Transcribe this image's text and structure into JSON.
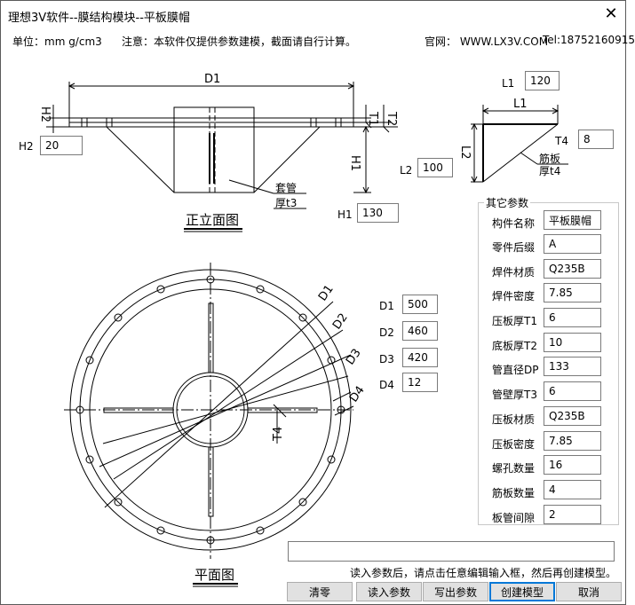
{
  "window": {
    "title": "理想3V软件--膜结构模块--平板膜帽",
    "close_glyph": "✕"
  },
  "header": {
    "units": "单位：mm g/cm3",
    "note": "注意：本软件仅提供参数建模，截面请自行计算。",
    "website": "官网： WWW.LX3V.COM",
    "tel": "Tel:18752160915"
  },
  "drawing": {
    "front_title": "正立面图",
    "plan_title": "平面图",
    "label_D1": "D1",
    "label_T1": "T1",
    "label_T2": "T2",
    "label_H2": "H2",
    "label_H1": "H1",
    "label_sleeve": "套管",
    "label_sleeve_t": "厚t3",
    "label_L1": "L1",
    "label_L2": "L2",
    "label_rib": "筋板",
    "label_rib_t": "厚t4",
    "label_pD1": "D1",
    "label_pD2": "D2",
    "label_pD3": "D3",
    "label_pD4": "D4",
    "label_pT4": "T4"
  },
  "inputs": {
    "L1": {
      "label": "L1",
      "value": "120"
    },
    "T4": {
      "label": "T4",
      "value": "8"
    },
    "H2": {
      "label": "H2",
      "value": "20"
    },
    "L2": {
      "label": "L2",
      "value": "100"
    },
    "H1": {
      "label": "H1",
      "value": "130"
    },
    "D1": {
      "label": "D1",
      "value": "500"
    },
    "D2": {
      "label": "D2",
      "value": "460"
    },
    "D3": {
      "label": "D3",
      "value": "420"
    },
    "D4": {
      "label": "D4",
      "value": "12"
    }
  },
  "other_params": {
    "title": "其它参数",
    "rows": [
      {
        "label": "构件名称",
        "value": "平板膜帽"
      },
      {
        "label": "零件后缀",
        "value": "A"
      },
      {
        "label": "焊件材质",
        "value": "Q235B"
      },
      {
        "label": "焊件密度",
        "value": "7.85"
      },
      {
        "label": "压板厚T1",
        "value": "6"
      },
      {
        "label": "底板厚T2",
        "value": "10"
      },
      {
        "label": "管直径DP",
        "value": "133"
      },
      {
        "label": "管壁厚T3",
        "value": "6"
      },
      {
        "label": "压板材质",
        "value": "Q235B"
      },
      {
        "label": "压板密度",
        "value": "7.85"
      },
      {
        "label": "螺孔数量",
        "value": "16"
      },
      {
        "label": "筋板数量",
        "value": "4"
      },
      {
        "label": "板管间隙",
        "value": "2"
      }
    ]
  },
  "status": {
    "message_value": "",
    "hint": "读入参数后，请点击任意编辑输入框，然后再创建模型。"
  },
  "buttons": {
    "clear": "清零",
    "read": "读入参数",
    "write": "写出参数",
    "create": "创建模型",
    "cancel": "取消"
  }
}
